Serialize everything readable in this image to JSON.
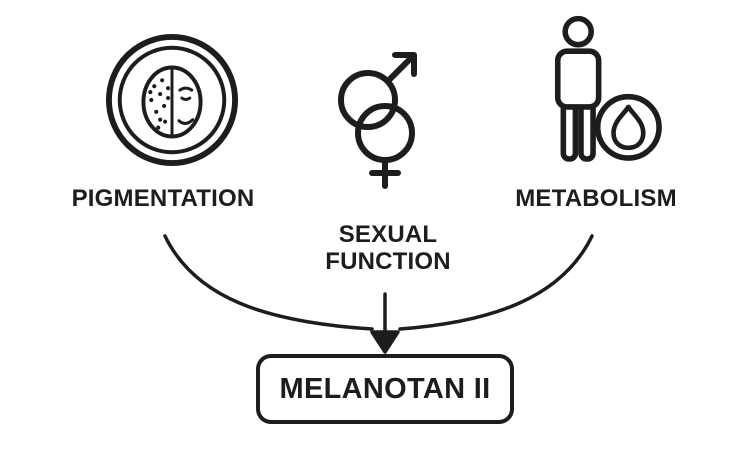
{
  "diagram": {
    "nodes": [
      {
        "id": "pigmentation",
        "label": "PIGMENTATION",
        "icon": "pigmentation-face-icon"
      },
      {
        "id": "sexual-function",
        "label": "SEXUAL\nFUNCTION",
        "icon": "male-female-gender-icon"
      },
      {
        "id": "metabolism",
        "label": "METABOLISM",
        "icon": "person-flame-metabolism-icon"
      }
    ],
    "target": {
      "label": "MELANOTAN II"
    },
    "colors": {
      "ink": "#1d1d1d",
      "background": "#ffffff"
    }
  }
}
